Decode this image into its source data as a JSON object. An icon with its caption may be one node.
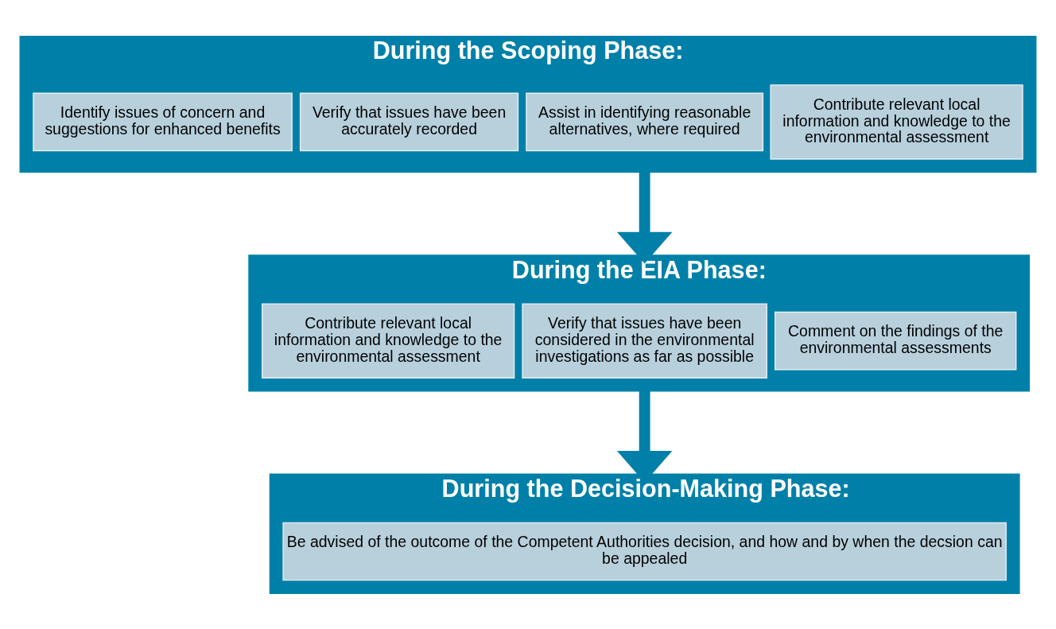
{
  "diagram": {
    "nodes": [
      {
        "text": [
          "During the Scoping Phase:"
        ]
      },
      {
        "text": [
          "Identify issues of concern and suggestions for enhanced benefits"
        ],
        "in": 0
      },
      {
        "text": [
          "Verify that issues have been accurately recorded"
        ],
        "in": 0
      },
      {
        "text": [
          "Assist in identifying reasonable alternatives, where required"
        ],
        "in": 0
      },
      {
        "text": [
          "Contribute relevant local information and knowledge to the environmental assessment"
        ],
        "in": 0
      },
      {
        "text": [
          "During the EIA Phase:"
        ]
      },
      {
        "text": [
          "Contribute relevant local information and knowledge to the environmental assessment"
        ],
        "in": 5
      },
      {
        "text": [
          "Verify that issues have been considered in the environmental investigations as far as possible"
        ],
        "in": 5
      },
      {
        "text": [
          "Comment on the findings of the environmental assessments"
        ],
        "in": 5
      },
      {
        "text": [
          "During the Decision-Making Phase:"
        ]
      },
      {
        "text": [
          "Be advised of the outcome of the Competent Authorities decision, and how and by when the decsion can be appealed"
        ],
        "in": 9
      }
    ],
    "edges": [
      {
        "from": 0,
        "to": 5,
        "arrow": "to"
      },
      {
        "from": 5,
        "to": 9,
        "arrow": "to"
      }
    ]
  }
}
